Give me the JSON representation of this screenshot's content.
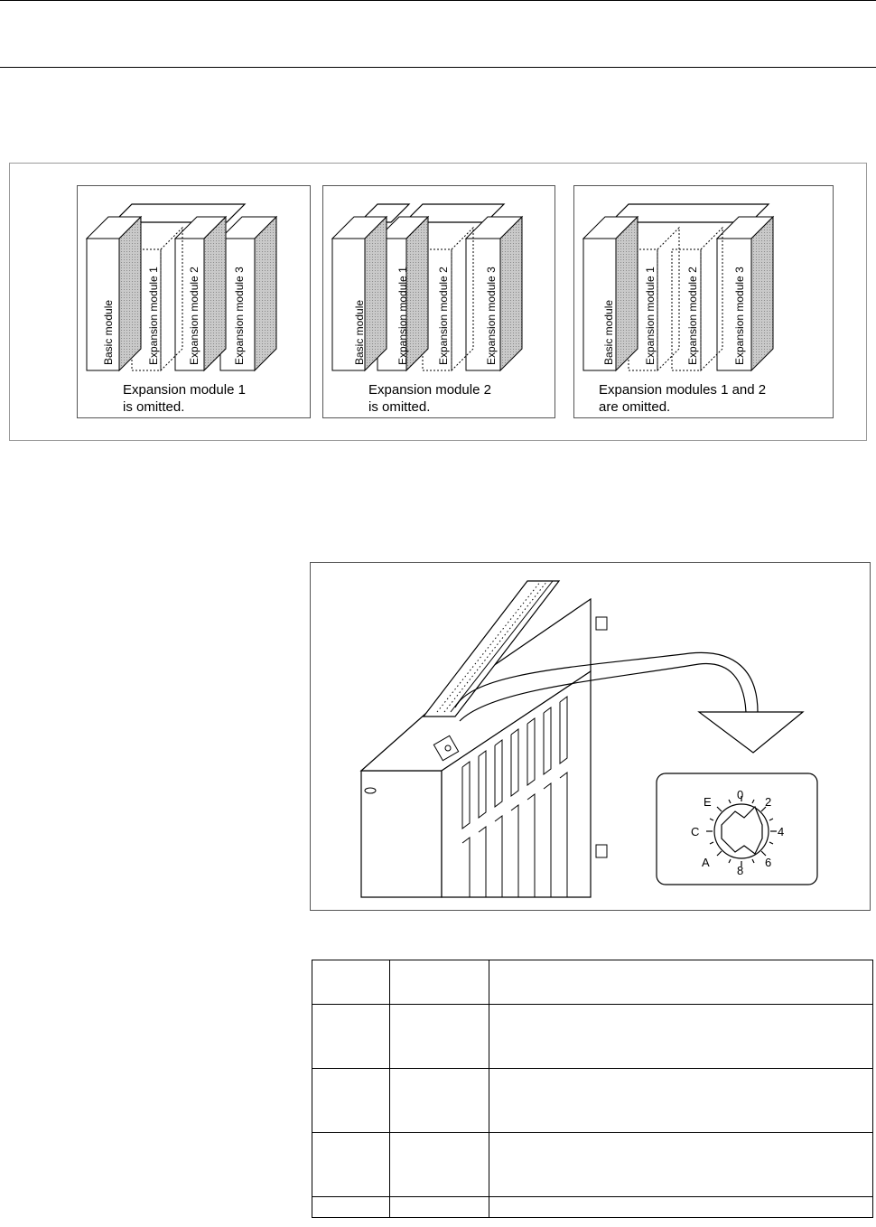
{
  "figure_modules": {
    "panels": [
      {
        "labels": [
          "Basic module",
          "Expansion module 1",
          "Expansion module 2",
          "Expansion module 3"
        ],
        "caption": "Expansion module 1\nis omitted."
      },
      {
        "labels": [
          "Basic module",
          "Expansion module 1",
          "Expansion module 2",
          "Expansion module 3"
        ],
        "caption": "Expansion module 2\nis omitted."
      },
      {
        "labels": [
          "Basic module",
          "Expansion module 1",
          "Expansion module 2",
          "Expansion module 3"
        ],
        "caption": "Expansion modules 1 and 2\nare omitted."
      }
    ]
  },
  "rotary_switch": {
    "dial_labels": [
      "E",
      "0",
      "2",
      "C",
      "4",
      "A",
      "8",
      "6"
    ]
  },
  "table": {
    "rows": [
      [
        "",
        "",
        ""
      ],
      [
        "",
        "",
        ""
      ],
      [
        "",
        "",
        ""
      ],
      [
        "",
        "",
        ""
      ],
      [
        "",
        "",
        ""
      ]
    ]
  },
  "colors": {
    "shade": "#b8b8b8",
    "line": "#000000"
  }
}
